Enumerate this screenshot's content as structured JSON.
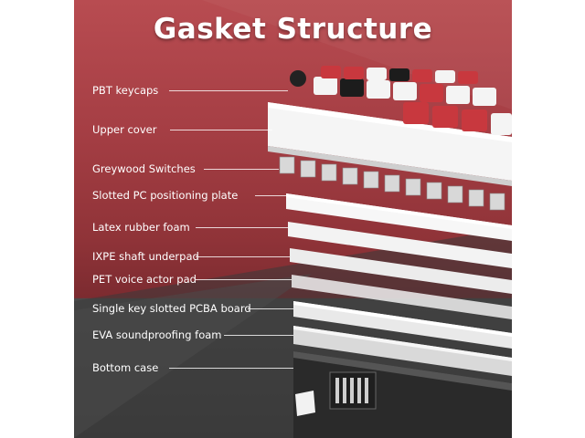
{
  "title": "Gasket Structure",
  "layers": [
    {
      "label": "PBT keycaps"
    },
    {
      "label": "Upper cover"
    },
    {
      "label": "Greywood  Switches"
    },
    {
      "label": "Slotted PC positioning plate"
    },
    {
      "label": "Latex rubber foam"
    },
    {
      "label": "IXPE shaft underpad"
    },
    {
      "label": "PET voice actor pad"
    },
    {
      "label": "Single key slotted PCBA board"
    },
    {
      "label": "EVA soundproofing foam"
    },
    {
      "label": "Bottom case"
    }
  ],
  "colors": {
    "background_top": "#b84c51",
    "background_bottom": "#3b3b3b",
    "keycap_red": "#c8383e",
    "keycap_white": "#f4f4f4",
    "keycap_black": "#1c1c1c"
  }
}
